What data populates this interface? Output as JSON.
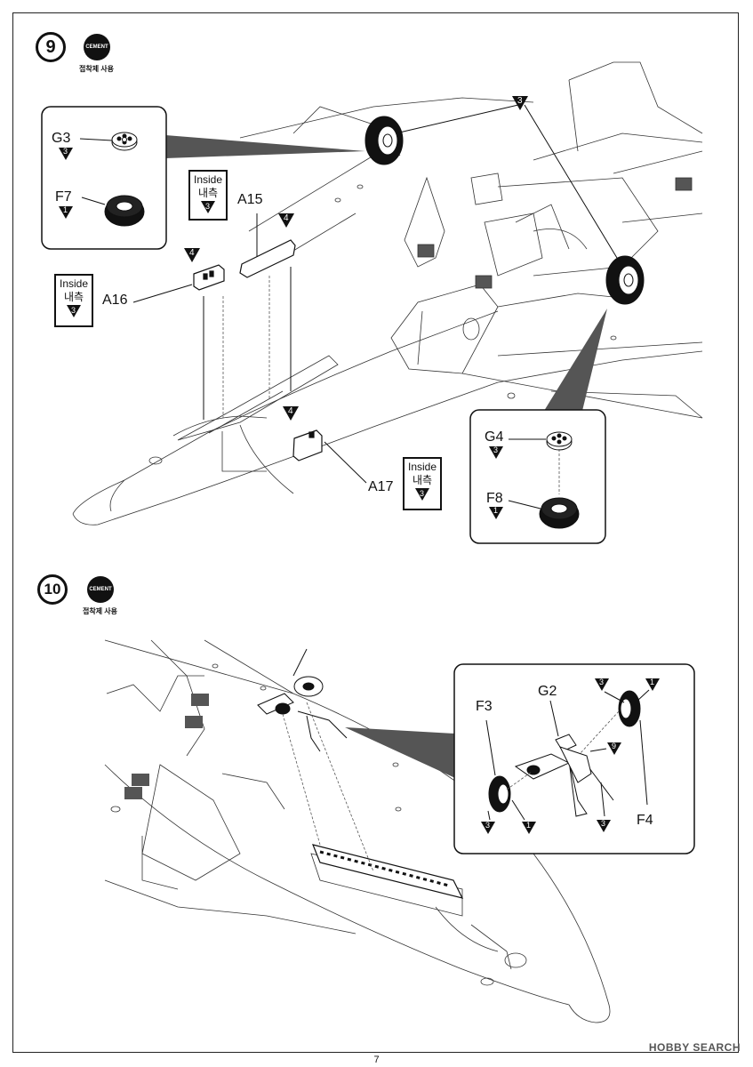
{
  "steps": [
    {
      "number": "9",
      "cement_icon": "CEMENT",
      "cement_caption": "접착제 사용"
    },
    {
      "number": "10",
      "cement_icon": "CEMENT",
      "cement_caption": "접착제 사용"
    }
  ],
  "step9": {
    "inset_left": {
      "top_part": "G3",
      "top_badge": "3",
      "bottom_part": "F7",
      "bottom_badge": "1"
    },
    "inset_right": {
      "top_part": "G4",
      "top_badge": "3",
      "bottom_part": "F8",
      "bottom_badge": "1"
    },
    "callouts": {
      "wheel_badge": "3",
      "a15_badge": "4",
      "a16_badge": "4",
      "a17_badge": "4"
    },
    "parts": {
      "a15": "A15",
      "a16": "A16",
      "a17": "A17"
    },
    "inside_notes": [
      {
        "en": "Inside",
        "ko": "내측",
        "badge": "3"
      },
      {
        "en": "Inside",
        "ko": "내측",
        "badge": "3"
      },
      {
        "en": "Inside",
        "ko": "내측",
        "badge": "3"
      }
    ]
  },
  "step10": {
    "inset": {
      "f3": "F3",
      "g2": "G2",
      "f4": "F4",
      "badge_f3_a": "3",
      "badge_f3_b": "1",
      "badge_g2_9": "9",
      "badge_strut_3": "3",
      "badge_f4_3": "3",
      "badge_f4_1": "1"
    }
  },
  "page_number": "7",
  "watermark": "HOBBY SEARCH"
}
